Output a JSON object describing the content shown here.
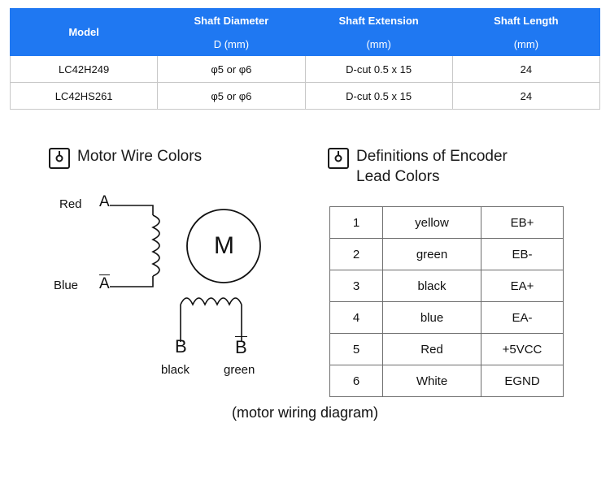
{
  "spec_table": {
    "headers_row1": [
      "Model",
      "Shaft Diameter",
      "Shaft Extension",
      "Shaft Length"
    ],
    "headers_row2": [
      "D (mm)",
      "(mm)",
      "(mm)"
    ],
    "header_bg": "#1f78f2",
    "rows": [
      [
        "LC42H249",
        "φ5 or φ6",
        "D-cut 0.5 x 15",
        "24"
      ],
      [
        "LC42HS261",
        "φ5 or φ6",
        "D-cut 0.5 x 15",
        "24"
      ]
    ]
  },
  "wiring_section": {
    "icon": "target-bullet-icon",
    "title": "Motor Wire Colors",
    "labels": {
      "red": "Red",
      "a": "A",
      "blue": "Blue",
      "a_bar": "A",
      "motor": "M",
      "b": "B",
      "b_bar": "B",
      "black": "black",
      "green": "green"
    }
  },
  "encoder_section": {
    "icon": "target-bullet-icon",
    "title_line1": "Definitions of Encoder",
    "title_line2": "Lead Colors",
    "rows": [
      [
        "1",
        "yellow",
        "EB+"
      ],
      [
        "2",
        "green",
        "EB-"
      ],
      [
        "3",
        "black",
        "EA+"
      ],
      [
        "4",
        "blue",
        "EA-"
      ],
      [
        "5",
        "Red",
        "+5VCC"
      ],
      [
        "6",
        "White",
        "EGND"
      ]
    ]
  },
  "caption": "(motor wiring diagram)"
}
